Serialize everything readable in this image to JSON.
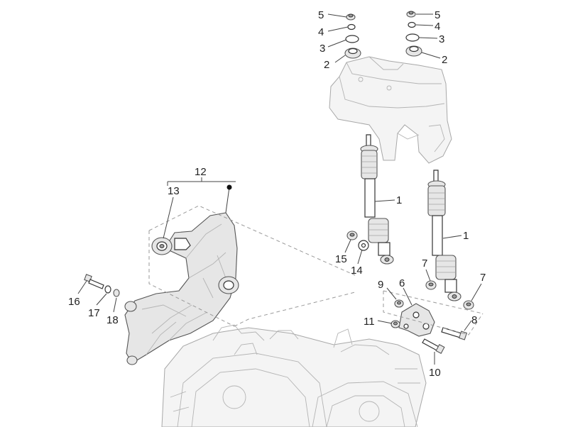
{
  "callouts": {
    "c5l": "5",
    "c4l": "4",
    "c3l": "3",
    "c2l": "2",
    "c5r": "5",
    "c4r": "4",
    "c3r": "3",
    "c2r": "2",
    "c1a": "1",
    "c1b": "1",
    "c12": "12",
    "c13": "13",
    "c15": "15",
    "c14": "14",
    "c7a": "7",
    "c7b": "7",
    "c9": "9",
    "c6": "6",
    "c11": "11",
    "c8": "8",
    "c10": "10",
    "c16": "16",
    "c17": "17",
    "c18": "18"
  }
}
